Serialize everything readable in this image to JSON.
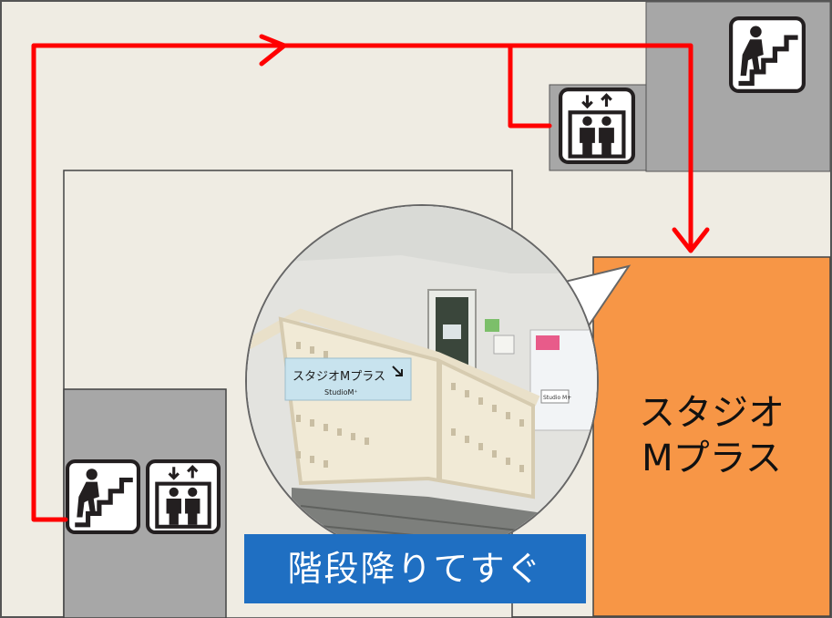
{
  "studio": {
    "line1": "スタジオ",
    "line2": "Mプラス"
  },
  "caption": "階段降りてすぐ",
  "photo": {
    "sign_main": "スタジオMプラス",
    "sign_sub": "StudioM⁺",
    "sign_small": "Studio M+"
  },
  "icons": [
    "stairs-icon",
    "elevator-icon"
  ],
  "colors": {
    "floor": "#efece3",
    "block": "#a7a7a7",
    "studio": "#f79646",
    "route": "#ff0000",
    "caption_bg": "#1f6fc2"
  }
}
